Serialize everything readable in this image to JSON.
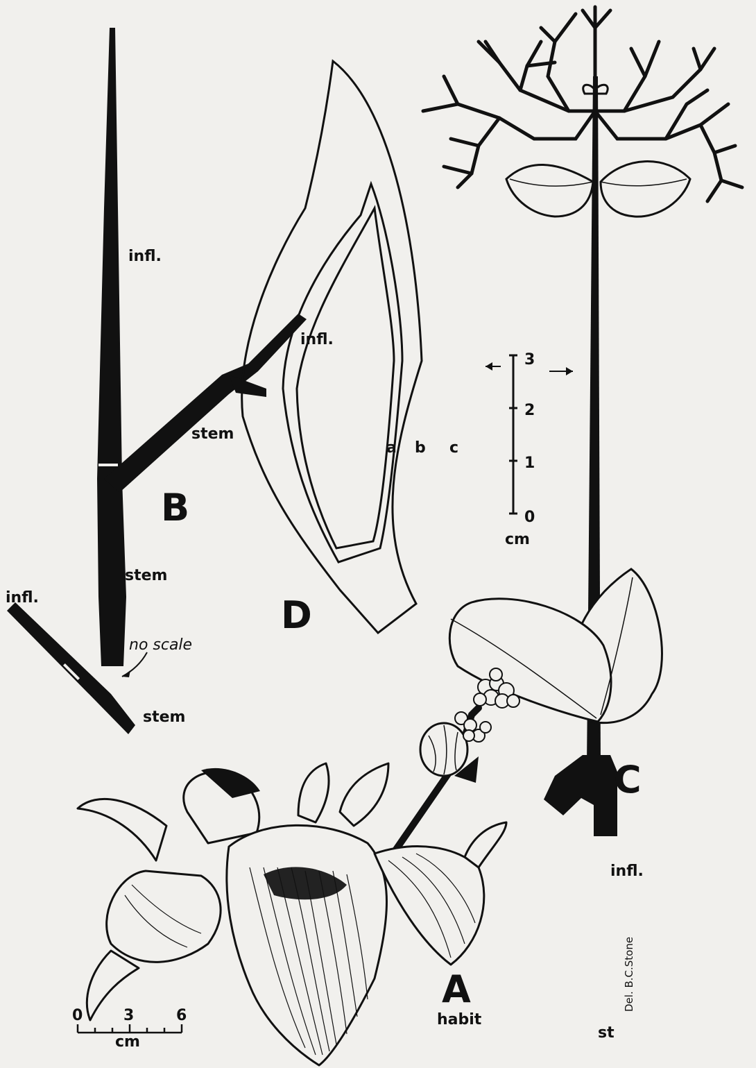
{
  "figure_B": {
    "letter": "B",
    "infl_top": "infl.",
    "infl_branch": "infl.",
    "stem_branch": "stem",
    "stem_mid": "stem",
    "infl_left": "infl.",
    "no_scale": "no scale",
    "stem_bottom": "stem"
  },
  "figure_D": {
    "letter": "D",
    "layer_labels": [
      "a",
      "b",
      "c"
    ],
    "scale_ticks": [
      "3",
      "2",
      "1",
      "0"
    ],
    "scale_unit": "cm"
  },
  "figure_C": {
    "letter": "C",
    "infl": "infl.",
    "st": "st",
    "signature": "Del. B.C.Stone"
  },
  "figure_A": {
    "letter": "A",
    "caption": "habit",
    "scale_ticks": [
      "0",
      "3",
      "6"
    ],
    "scale_unit": "cm"
  }
}
